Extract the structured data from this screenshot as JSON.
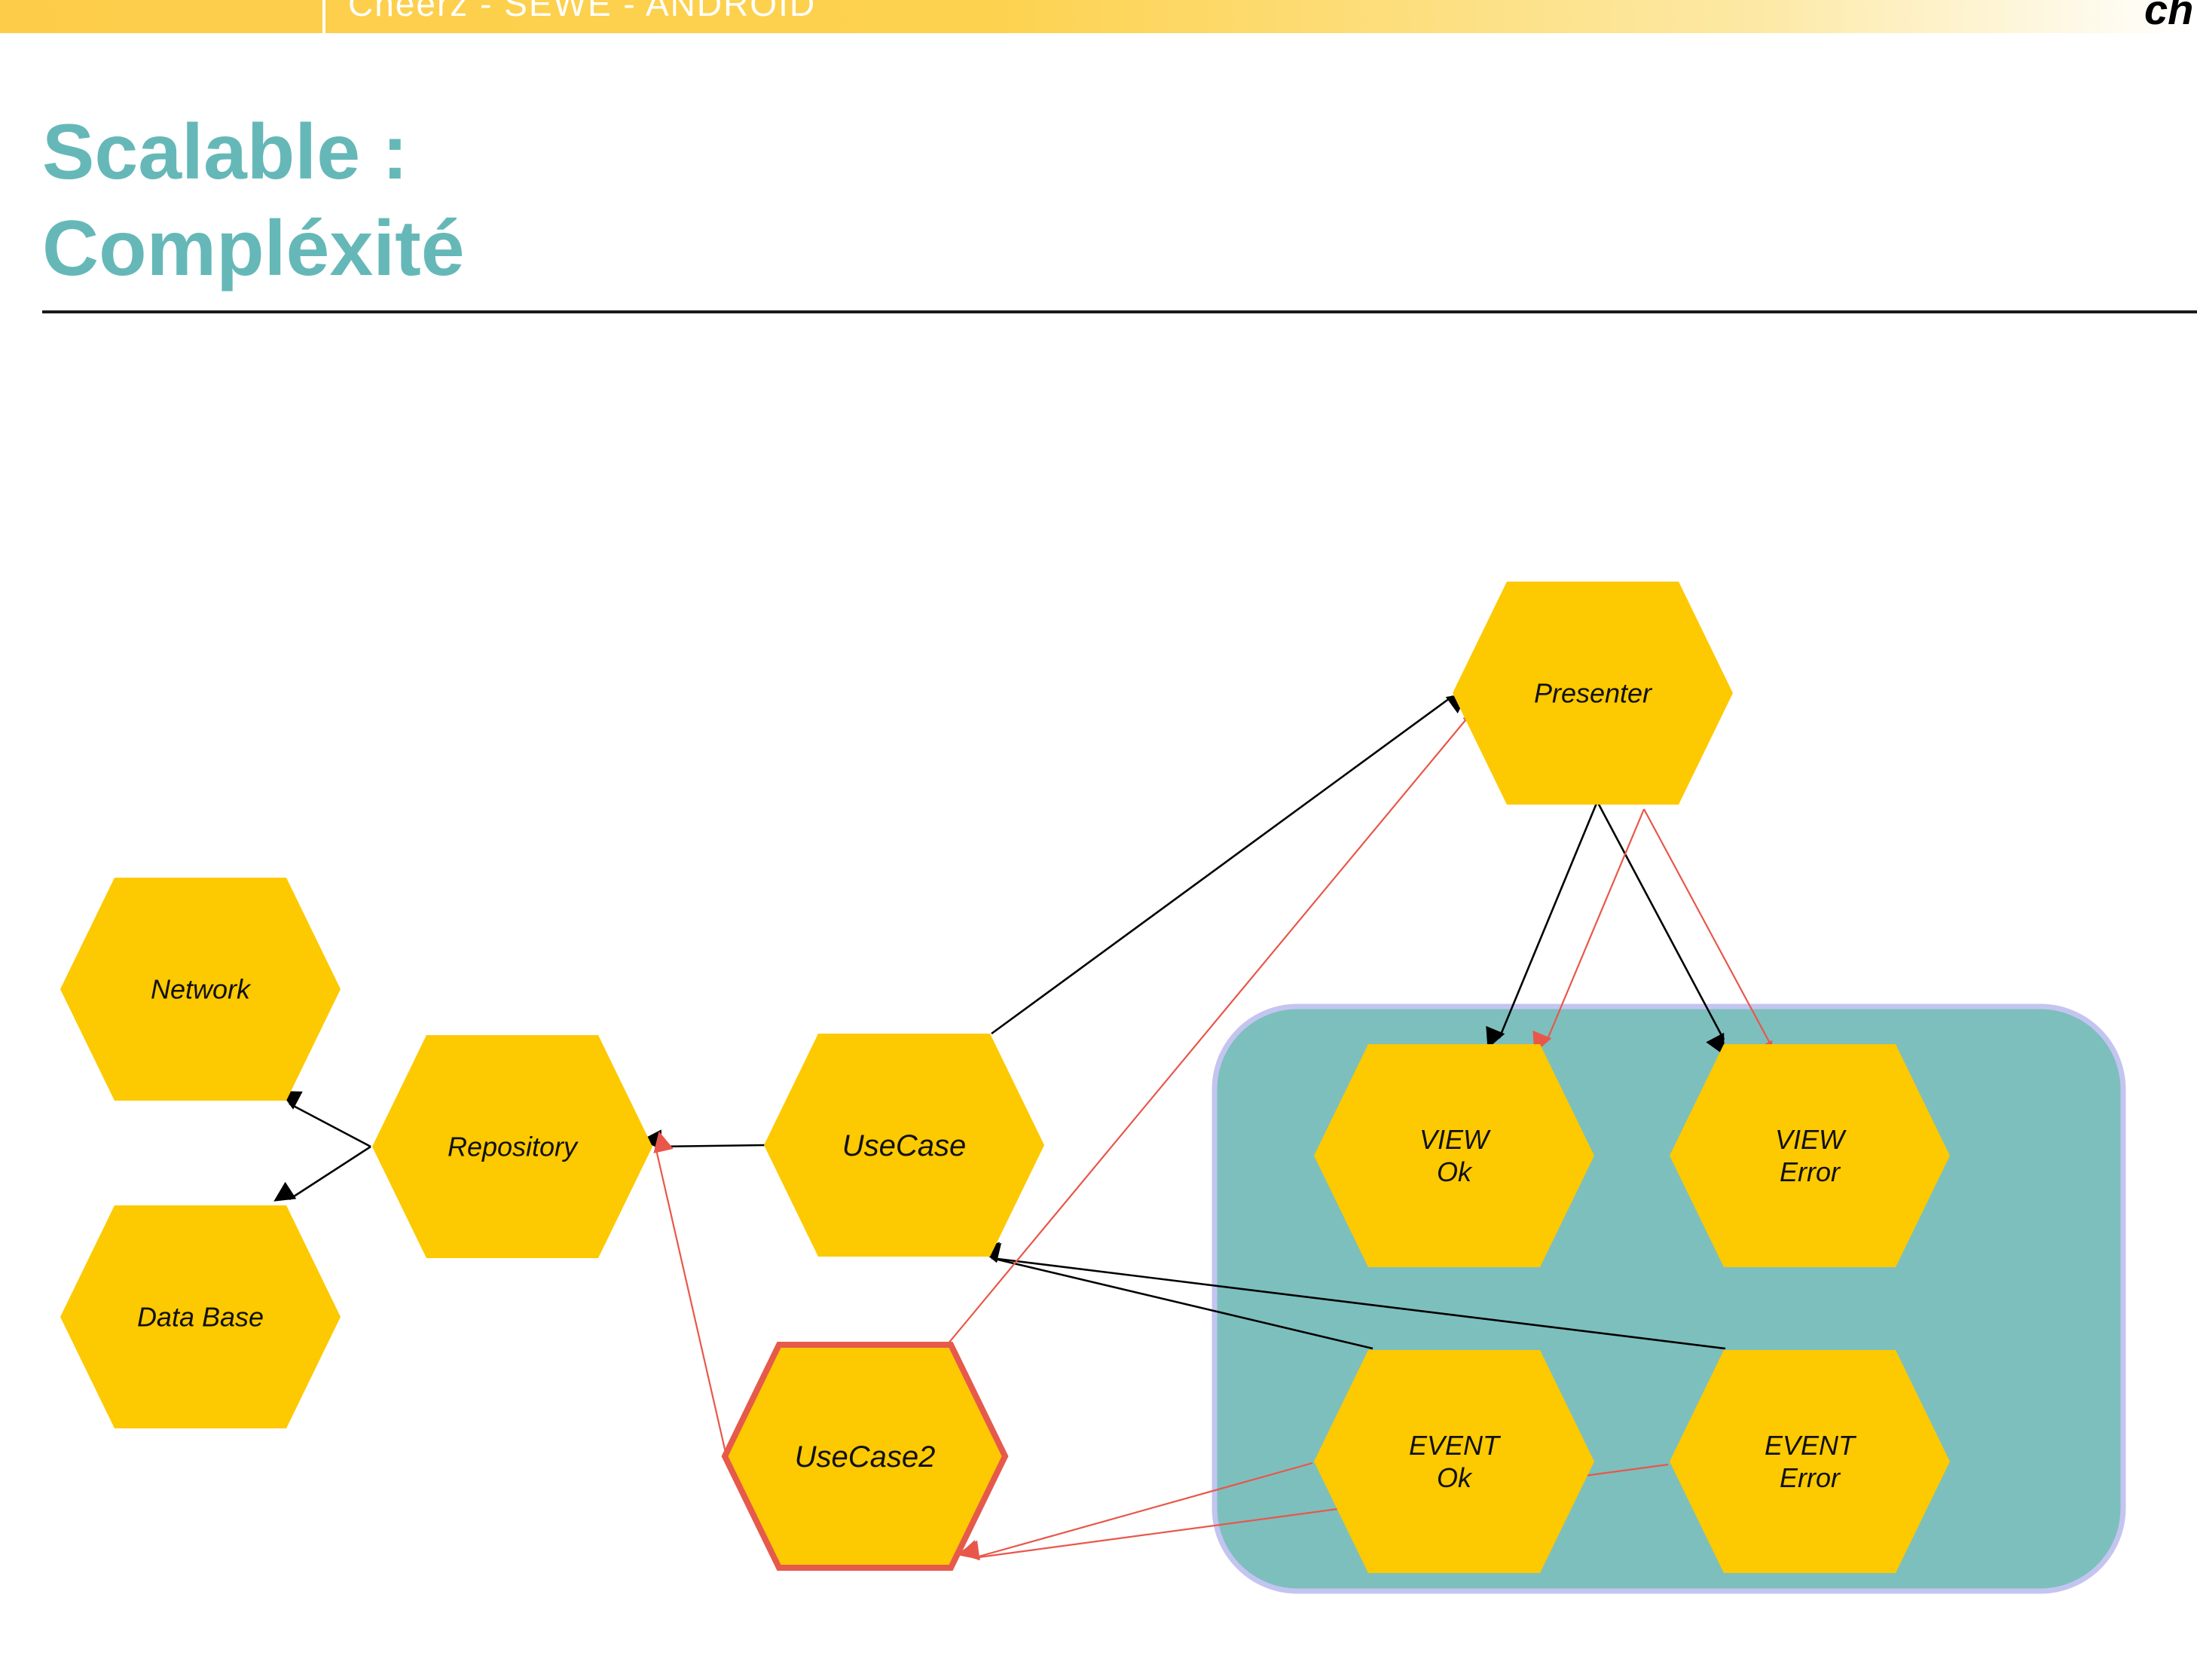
{
  "header": {
    "breadcrumb": "Cheerz - SEWE - ANDROID",
    "logo_text": "ch"
  },
  "title": {
    "line1": "Scalable :",
    "line2": "Compléxité"
  },
  "colors": {
    "hexagon_fill": "#fdc900",
    "highlight_stroke": "#e65a4b",
    "group_fill": "#7dbfbd",
    "group_stroke": "#c3c5f0",
    "arrow_black": "#000000",
    "arrow_red": "#e8574a",
    "title": "#66b8b8"
  },
  "diagram": {
    "group": {
      "name": "view-event-group"
    },
    "nodes": [
      {
        "id": "network",
        "lines": [
          "Network"
        ]
      },
      {
        "id": "database",
        "lines": [
          "Data Base"
        ]
      },
      {
        "id": "repository",
        "lines": [
          "Repository"
        ]
      },
      {
        "id": "usecase",
        "lines": [
          "UseCase"
        ]
      },
      {
        "id": "usecase2",
        "lines": [
          "UseCase2"
        ],
        "highlighted": true
      },
      {
        "id": "presenter",
        "lines": [
          "Presenter"
        ]
      },
      {
        "id": "view-ok",
        "lines": [
          "VIEW",
          "Ok"
        ]
      },
      {
        "id": "view-error",
        "lines": [
          "VIEW",
          "Error"
        ]
      },
      {
        "id": "event-ok",
        "lines": [
          "EVENT",
          "Ok"
        ]
      },
      {
        "id": "event-error",
        "lines": [
          "EVENT",
          "Error"
        ]
      }
    ],
    "edges": [
      {
        "from": "repository",
        "to": "network",
        "color": "black"
      },
      {
        "from": "repository",
        "to": "database",
        "color": "black"
      },
      {
        "from": "usecase",
        "to": "repository",
        "color": "black"
      },
      {
        "from": "usecase",
        "to": "presenter",
        "color": "black"
      },
      {
        "from": "presenter",
        "to": "view-ok",
        "color": "black"
      },
      {
        "from": "presenter",
        "to": "view-error",
        "color": "black"
      },
      {
        "from": "event-ok",
        "to": "usecase",
        "color": "black"
      },
      {
        "from": "event-error",
        "to": "usecase",
        "color": "black"
      },
      {
        "from": "usecase2",
        "to": "repository",
        "color": "red"
      },
      {
        "from": "usecase2",
        "to": "presenter",
        "color": "red"
      },
      {
        "from": "presenter",
        "to": "view-ok",
        "color": "red"
      },
      {
        "from": "presenter",
        "to": "view-error",
        "color": "red"
      },
      {
        "from": "event-ok",
        "to": "usecase2",
        "color": "red"
      },
      {
        "from": "event-error",
        "to": "usecase2",
        "color": "red"
      }
    ]
  }
}
